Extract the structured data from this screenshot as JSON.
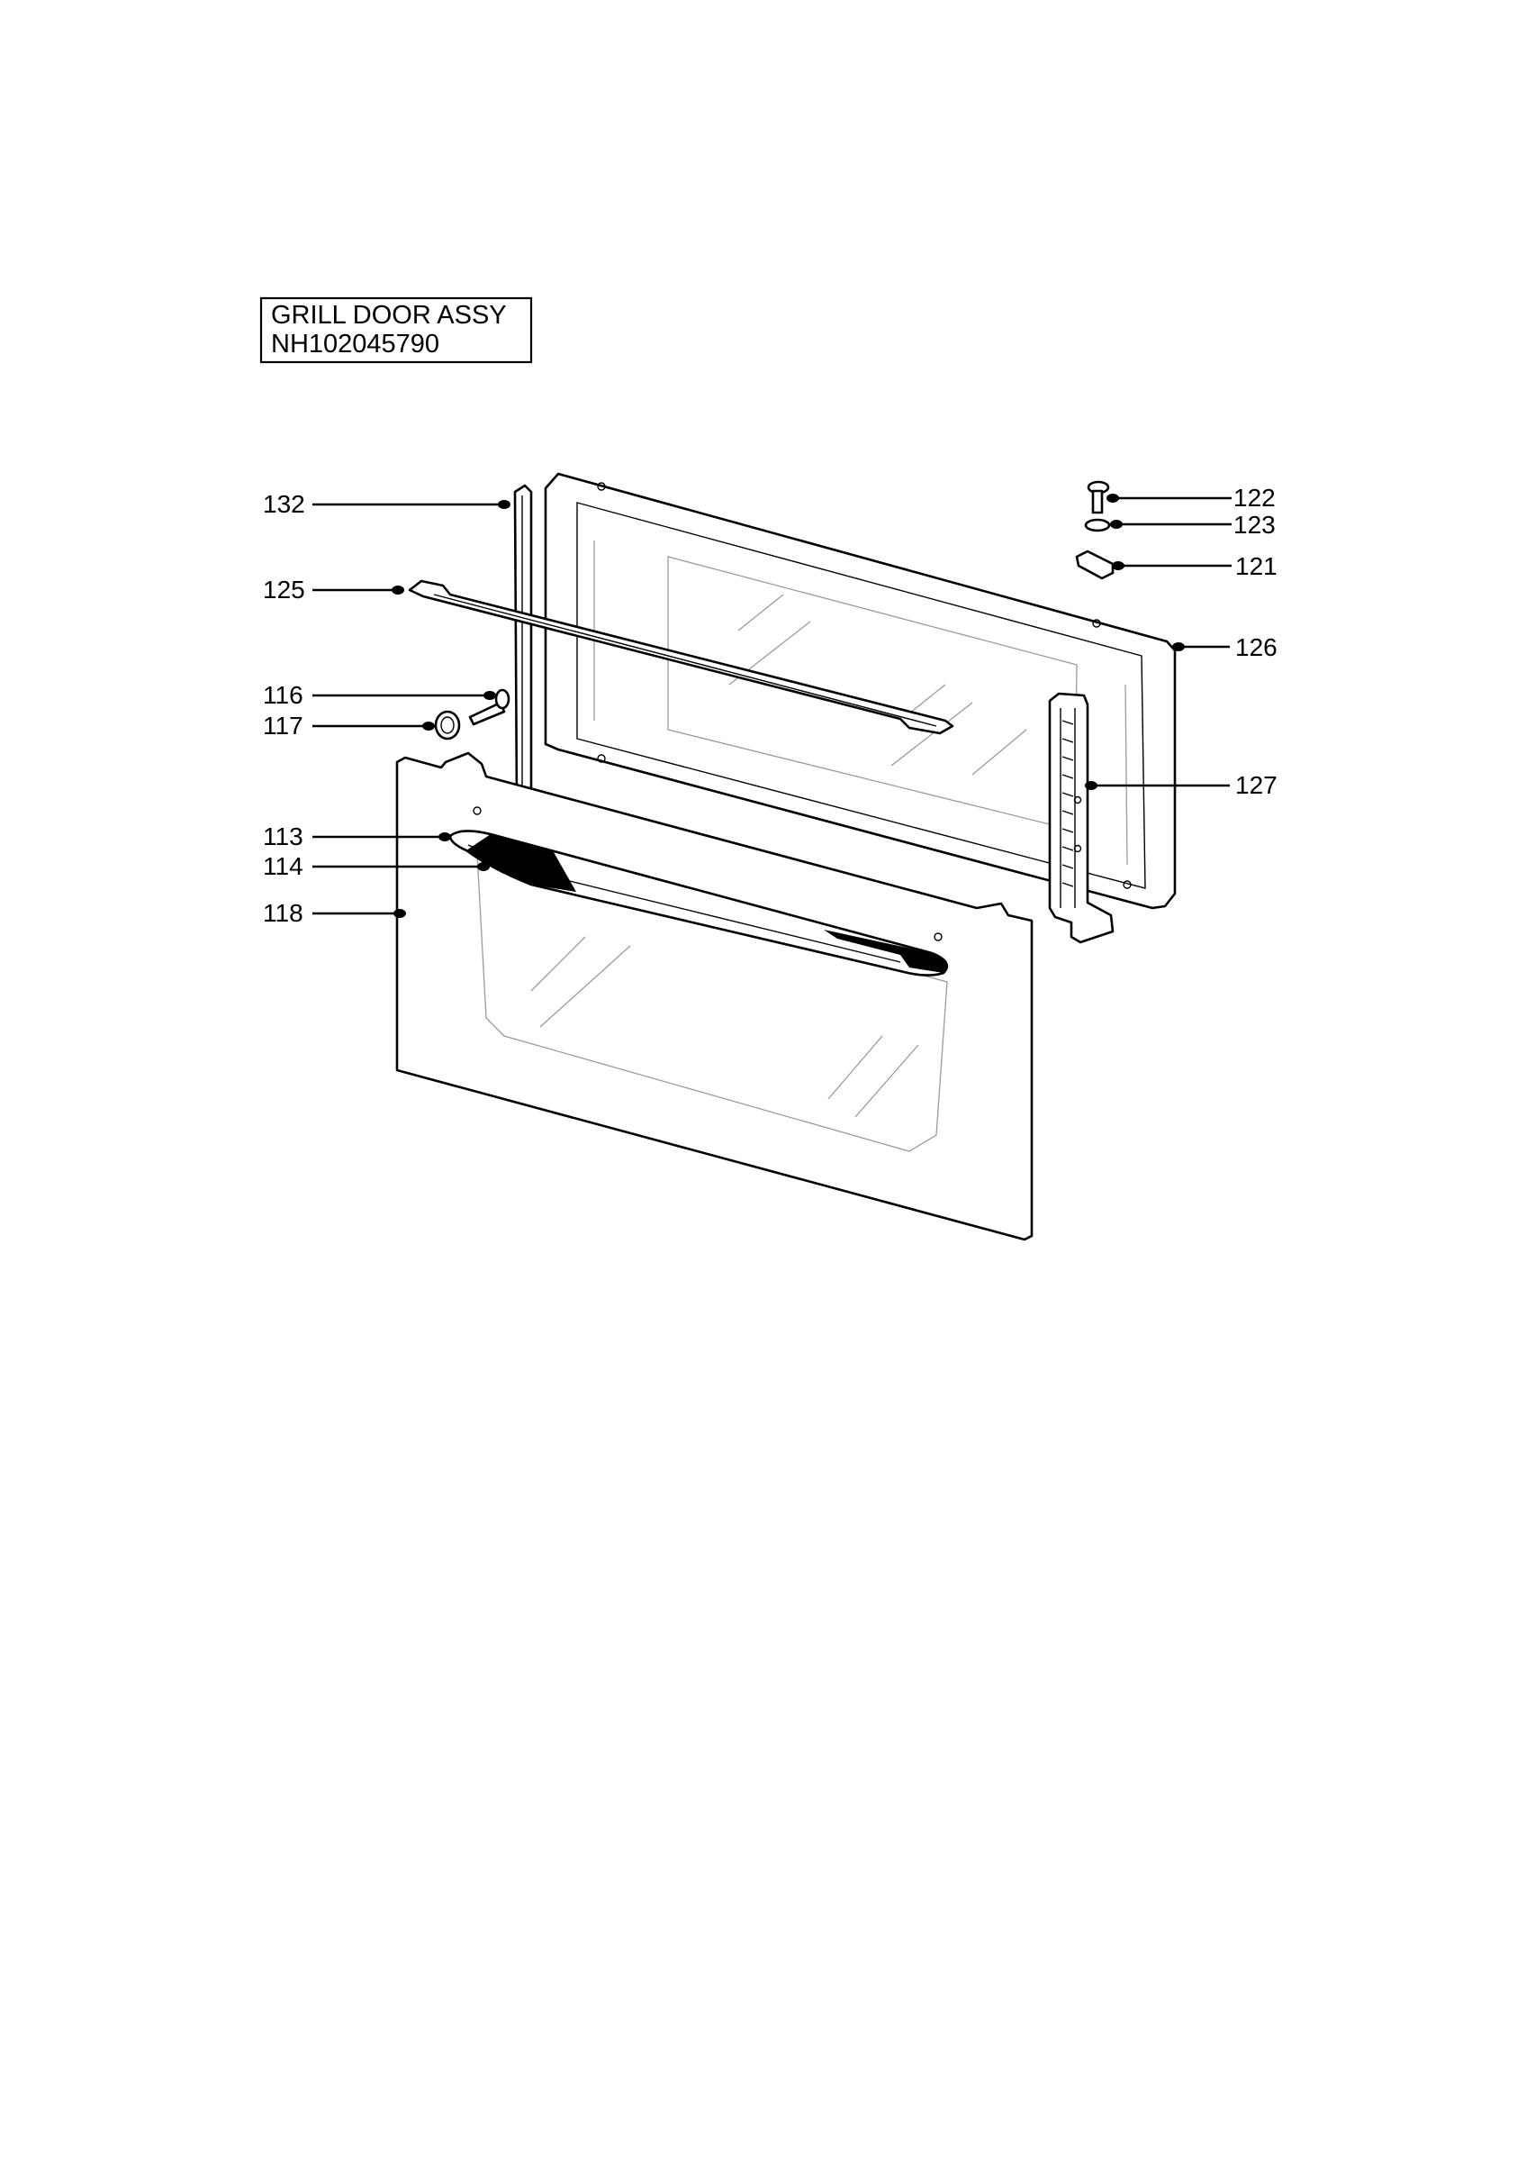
{
  "title_box": {
    "line1": "GRILL DOOR ASSY",
    "line2": "NH102045790"
  },
  "callouts": [
    {
      "id": "132",
      "label": "132"
    },
    {
      "id": "125",
      "label": "125"
    },
    {
      "id": "116",
      "label": "116"
    },
    {
      "id": "117",
      "label": "117"
    },
    {
      "id": "113",
      "label": "113"
    },
    {
      "id": "114",
      "label": "114"
    },
    {
      "id": "118",
      "label": "118"
    },
    {
      "id": "122",
      "label": "122"
    },
    {
      "id": "123",
      "label": "123"
    },
    {
      "id": "121",
      "label": "121"
    },
    {
      "id": "126",
      "label": "126"
    },
    {
      "id": "127",
      "label": "127"
    }
  ]
}
